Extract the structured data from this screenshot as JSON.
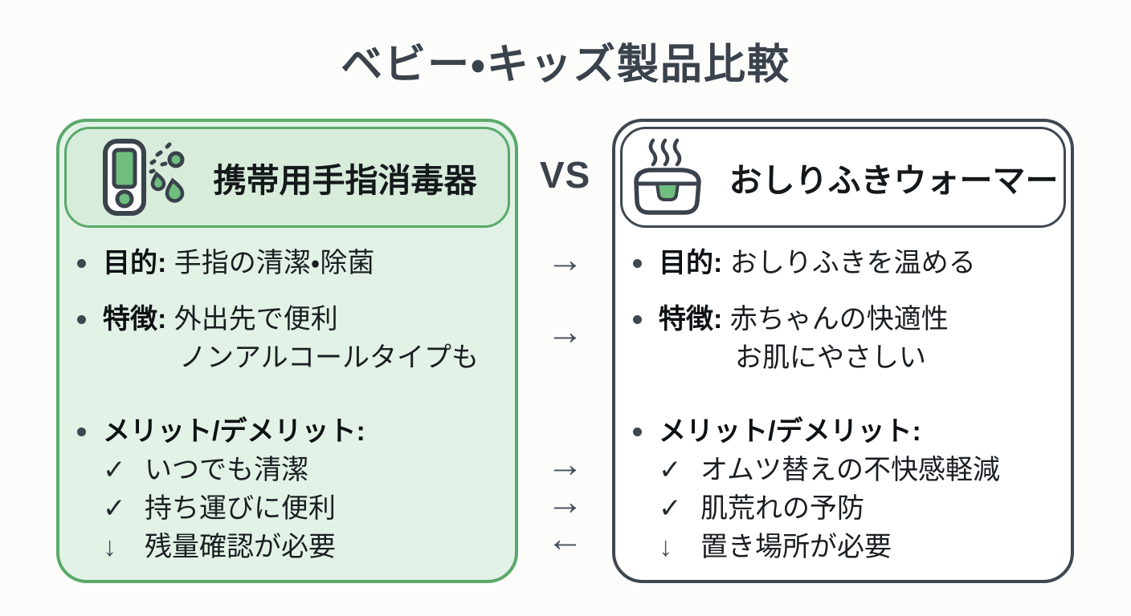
{
  "title": "ベビー・キッズ製品比較",
  "vs": "VS",
  "left": {
    "name": "携帯用手指消毒器",
    "purpose_label": "目的:",
    "purpose": "手指の清潔・除菌",
    "feature_label": "特徴:",
    "feature_1": "外出先で便利",
    "feature_2": "ノンアルコールタイプも",
    "merit_label": "メリット/デメリット:",
    "points": [
      {
        "mark": "✓",
        "text": "いつでも清潔"
      },
      {
        "mark": "✓",
        "text": "持ち運びに便利"
      },
      {
        "mark": "↓",
        "text": "残量確認が必要"
      }
    ]
  },
  "right": {
    "name": "おしりふきウォーマー",
    "purpose_label": "目的:",
    "purpose": "おしりふきを温める",
    "feature_label": "特徴:",
    "feature_1": "赤ちゃんの快適性",
    "feature_2": "お肌にやさしい",
    "merit_label": "メリット/デメリット:",
    "points": [
      {
        "mark": "✓",
        "text": "オムツ替えの不快感軽減"
      },
      {
        "mark": "✓",
        "text": "肌荒れの予防"
      },
      {
        "mark": "↓",
        "text": "置き場所が必要"
      }
    ]
  },
  "arrows": [
    {
      "glyph": "→"
    },
    {
      "glyph": "→"
    },
    {
      "glyph": "→"
    },
    {
      "glyph": "→"
    },
    {
      "glyph": "←"
    }
  ],
  "colors": {
    "green_accent": "#5ba96b",
    "green_fill": "#6fbe7d",
    "dark_accent": "#3f4751",
    "left_card_bg": "#e3f2e6",
    "left_header_bg": "#d7ecda",
    "page_bg": "#fcfcfa"
  }
}
